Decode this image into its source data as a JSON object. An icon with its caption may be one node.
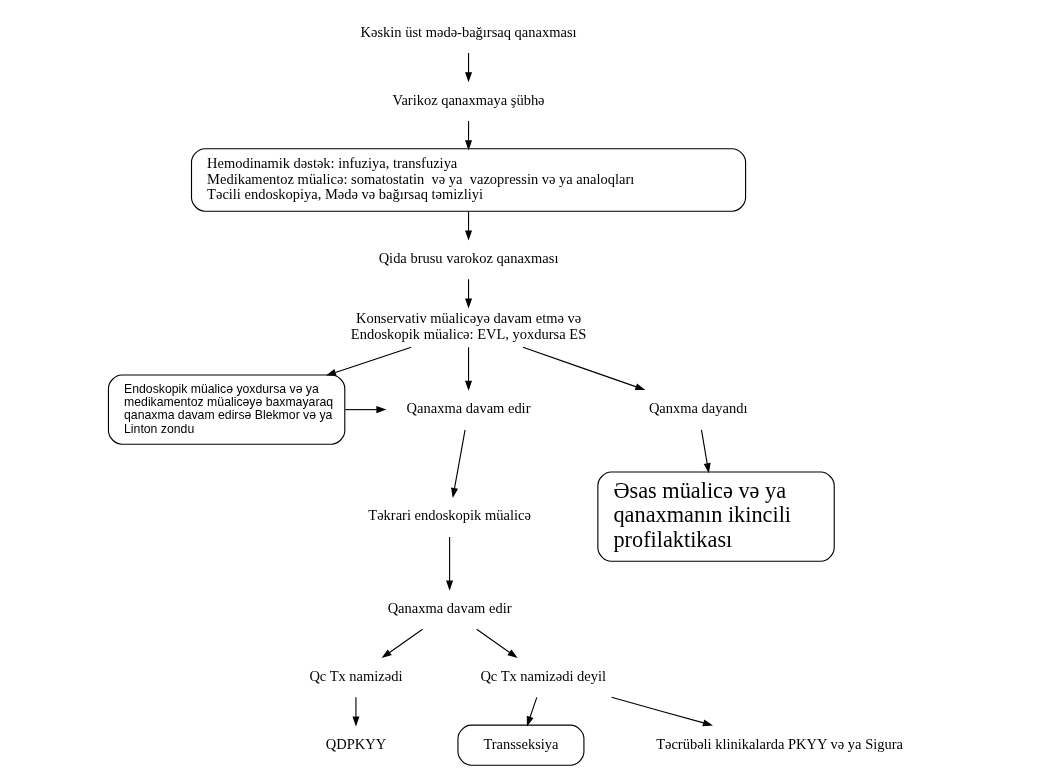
{
  "diagram": {
    "nodes": [
      {
        "text": [
          "Kəskin üst mədə-bağırsaq qanaxması"
        ]
      },
      {
        "text": [
          "Varikoz qanaxmaya şübhə"
        ]
      },
      {
        "text": [
          "Hemodinamik dəstək: infuziya, transfuziya",
          "Medikamentoz müalicə: somatostatin  və ya  vazopressin və ya analoqları",
          "Təcili endoskopiya, Mədə və bağırsaq təmizliyi"
        ]
      },
      {
        "text": [
          "Qida brusu varokoz qanaxması"
        ]
      },
      {
        "text": [
          "Konservativ müalicəyə davam etmə və Endoskopik müalicə: EVL, yoxdursa ES"
        ]
      },
      {
        "text": [
          "Endoskopik müalicə yoxdursa və ya medikamentoz müalicəyə baxmayaraq qanaxma davam edirsə Blekmor və ya Linton zondu"
        ]
      },
      {
        "text": [
          "Qanaxma davam edir"
        ]
      },
      {
        "text": [
          "Qanxma dayandı"
        ]
      },
      {
        "text": [
          "Əsas müalicə və ya qanaxmanın ikincili profilaktikası"
        ]
      },
      {
        "text": [
          "Təkrari endoskopik müalicə"
        ]
      },
      {
        "text": [
          "Qanaxma davam edir"
        ]
      },
      {
        "text": [
          "Qc Tx namizədi"
        ]
      },
      {
        "text": [
          "Qc Tx namizədi deyil"
        ]
      },
      {
        "text": [
          "QDPKYY"
        ]
      },
      {
        "text": [
          "Transseksiya"
        ]
      },
      {
        "text": [
          "Təcrübəli klinikalarda PKYY və ya Sigura"
        ]
      }
    ],
    "edges": [
      {
        "from": 0,
        "to": 1,
        "arrow": "to"
      },
      {
        "from": 1,
        "to": 2,
        "arrow": "to"
      },
      {
        "from": 2,
        "to": 3,
        "arrow": "to"
      },
      {
        "from": 3,
        "to": 4,
        "arrow": "to"
      },
      {
        "from": 4,
        "to": 5,
        "arrow": "to"
      },
      {
        "from": 4,
        "to": 6,
        "arrow": "to"
      },
      {
        "from": 4,
        "to": 7,
        "arrow": "to"
      },
      {
        "from": 5,
        "to": 6,
        "arrow": "to"
      },
      {
        "from": 7,
        "to": 8,
        "arrow": "to"
      },
      {
        "from": 6,
        "to": 9,
        "arrow": "to"
      },
      {
        "from": 9,
        "to": 10,
        "arrow": "to"
      },
      {
        "from": 10,
        "to": 11,
        "arrow": "to"
      },
      {
        "from": 10,
        "to": 12,
        "arrow": "to"
      },
      {
        "from": 11,
        "to": 13,
        "arrow": "to"
      },
      {
        "from": 12,
        "to": 14,
        "arrow": "to"
      },
      {
        "from": 12,
        "to": 15,
        "arrow": "to"
      }
    ]
  }
}
